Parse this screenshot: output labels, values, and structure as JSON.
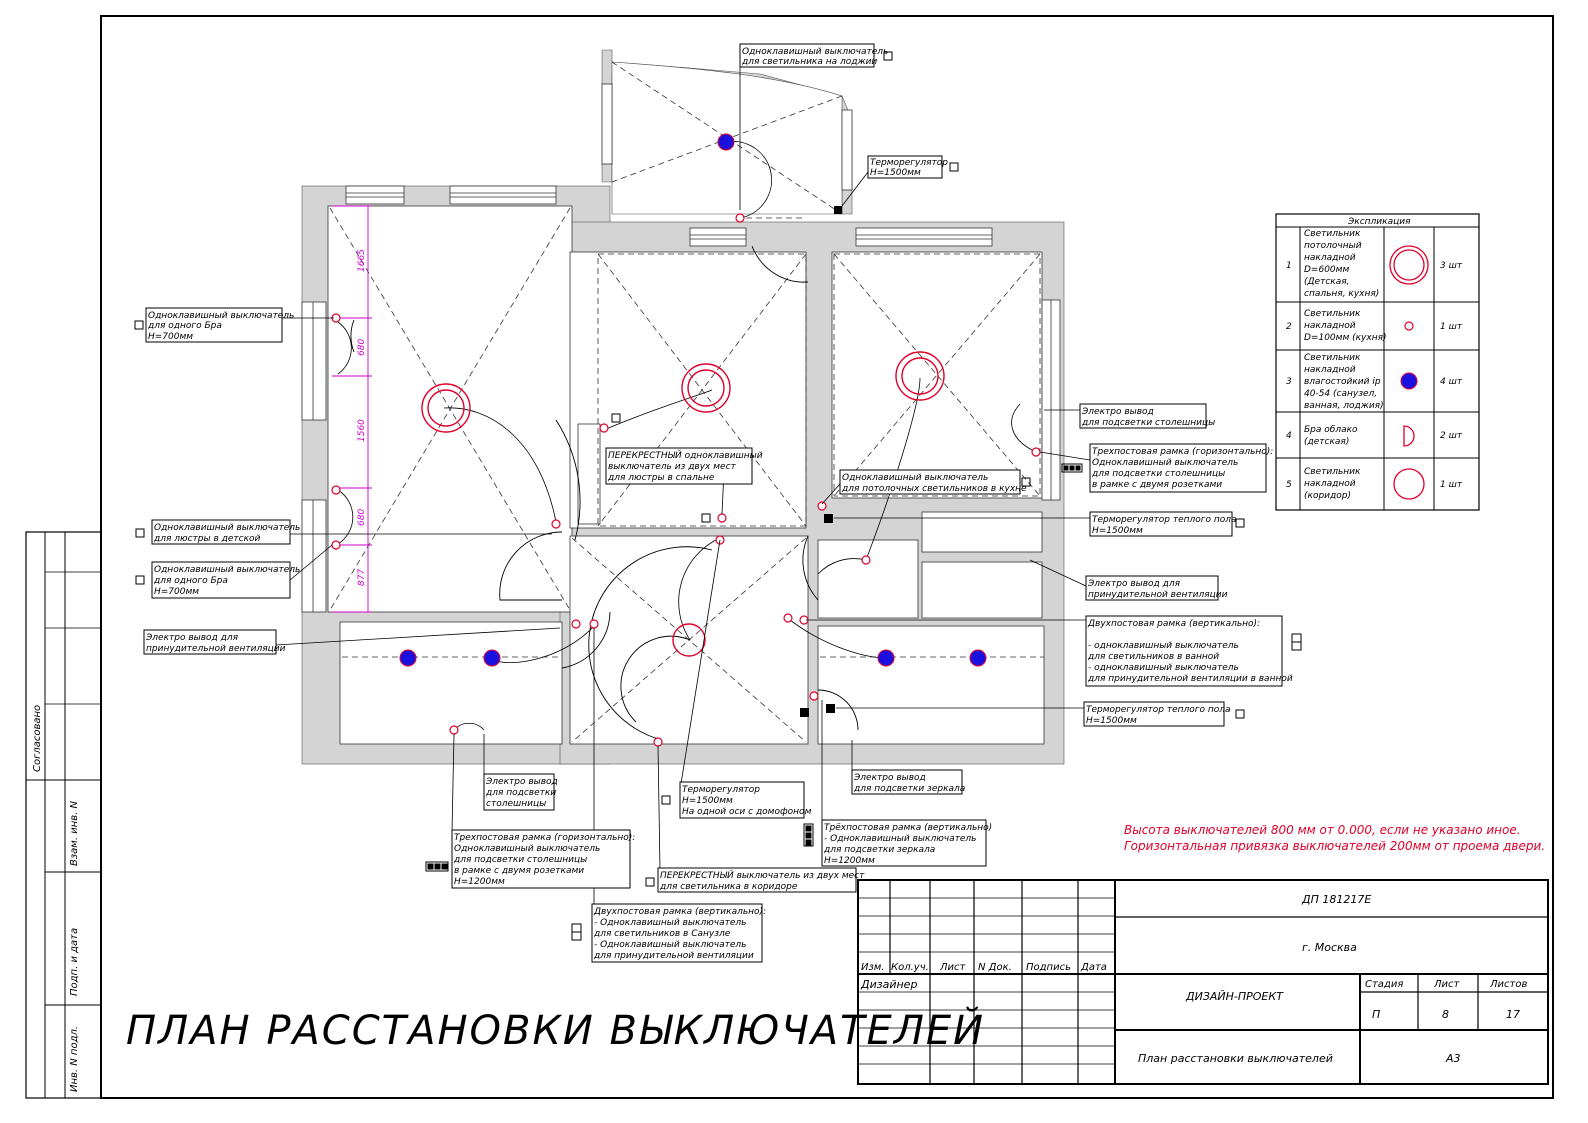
{
  "title": "ПЛАН РАССТАНОВКИ ВЫКЛЮЧАТЕЛЕЙ",
  "colors": {
    "accent_red": "#e0002a",
    "dimension": "#cc00cc",
    "blue_fixture": "#1a10e0"
  },
  "side_stamp": {
    "agreed": "Согласовано",
    "inv_no": "Взам. инв. N",
    "sign_date": "Подп. и дата",
    "orig_no": "Инв. N подл."
  },
  "legend": {
    "header": "Экспликация",
    "rows": [
      {
        "num": "1",
        "lines": [
          "Светильник",
          "потолочный",
          "накладной",
          "D=600мм",
          "(Детская,",
          "спальня, кухня)"
        ],
        "qty": "3 шт",
        "icon": "double-ring-icon"
      },
      {
        "num": "2",
        "lines": [
          "Светильник",
          "накладной",
          "D=100мм (кухня)"
        ],
        "qty": "1 шт",
        "icon": "small-ring-icon"
      },
      {
        "num": "3",
        "lines": [
          "Светильник",
          "накладной",
          "влагостойкий ip",
          "40-54 (санузел,",
          "ванная, лоджия)"
        ],
        "qty": "4 шт",
        "icon": "blue-dot-icon"
      },
      {
        "num": "4",
        "lines": [
          "Бра облако",
          "(детская)"
        ],
        "qty": "2 шт",
        "icon": "half-circle-icon"
      },
      {
        "num": "5",
        "lines": [
          "Светильник",
          "накладной",
          "(коридор)"
        ],
        "qty": "1 шт",
        "icon": "ring-icon"
      }
    ]
  },
  "dimensions": [
    "1665",
    "680",
    "1560",
    "680",
    "877"
  ],
  "callouts": [
    {
      "id": "loggia-switch",
      "lines": [
        "Одноклавишный выключатель",
        "для светильника на лоджии"
      ]
    },
    {
      "id": "thermo-loggia",
      "lines": [
        "Терморегулятор",
        "H=1500мм"
      ]
    },
    {
      "id": "bra-switch-1",
      "lines": [
        "Одноклавишный выключатель",
        "для одного Бра",
        "H=700мм"
      ]
    },
    {
      "id": "chandelier-kids",
      "lines": [
        "Одноклавишный выключатель",
        "для люстры в детской"
      ]
    },
    {
      "id": "bra-switch-2",
      "lines": [
        "Одноклавишный выключатель",
        "для одного Бра",
        "H=700мм"
      ]
    },
    {
      "id": "vent-left",
      "lines": [
        "Электро вывод для",
        "принудительной вентиляции"
      ]
    },
    {
      "id": "cross-bedroom",
      "lines": [
        "ПЕРЕКРЕСТНЫЙ одноклавишный",
        "выключатель из двух мест",
        "для люстры в спальне"
      ]
    },
    {
      "id": "kitchen-ceiling",
      "lines": [
        "Одноклавишный выключатель",
        "для потолочных светильников в кухне"
      ]
    },
    {
      "id": "counter-right",
      "lines": [
        "Электро вывод",
        "для подсветки столешницы"
      ]
    },
    {
      "id": "triple-right",
      "lines": [
        "Трехпостовая рамка (горизонтально):",
        "Одноклавишный выключатель",
        "для подсветки столешницы",
        "в рамке с двумя розетками"
      ]
    },
    {
      "id": "floor-thermo-1",
      "lines": [
        "Терморегулятор теплого пола",
        "H=1500мм"
      ]
    },
    {
      "id": "vent-right",
      "lines": [
        "Электро вывод для",
        "принудительной вентиляции"
      ]
    },
    {
      "id": "double-vertical-right",
      "lines": [
        "Двухпостовая рамка (вертикально):",
        "",
        "- одноклавишный выключатель",
        "для светильников в ванной",
        "- одноклавишный выключатель",
        "для принудительной вентиляции в ванной"
      ]
    },
    {
      "id": "floor-thermo-2",
      "lines": [
        "Терморегулятор теплого пола",
        "H=1500мм"
      ]
    },
    {
      "id": "counter-bottom",
      "lines": [
        "Электро вывод",
        "для подсветки",
        "столешницы"
      ]
    },
    {
      "id": "mirror",
      "lines": [
        "Электро вывод",
        "для подсветки зеркала"
      ]
    },
    {
      "id": "thermo-door",
      "lines": [
        "Терморегулятор",
        "H=1500мм",
        "На одной оси с домофоном"
      ]
    },
    {
      "id": "triple-vertical",
      "lines": [
        "Трёхпостовая рамка (вертикально)",
        "- Одноклавишный выключатель",
        "для подсветки зеркала",
        "H=1200мм"
      ]
    },
    {
      "id": "triple-horizontal-left",
      "lines": [
        "Трехпостовая рамка (горизонтально):",
        "Одноклавишный выключатель",
        "для подсветки столешницы",
        "в рамке с двумя розетками",
        "H=1200мм"
      ]
    },
    {
      "id": "cross-corridor",
      "lines": [
        "ПЕРЕКРЕСТНЫЙ выключатель из двух мест",
        "для светильника в коридоре"
      ]
    },
    {
      "id": "double-vertical-left",
      "lines": [
        "Двухпостовая рамка (вертикально):",
        "- Одноклавишный выключатель",
        "для светильников в Санузле",
        "- Одноклавишный выключатель",
        "для принудительной вентиляции"
      ]
    }
  ],
  "red_notes": [
    "Высота выключателей 800 мм от 0.000, если не указано иное.",
    "Горизонтальная привязка выключателей 200мм от проема двери."
  ],
  "title_block": {
    "code": "ДП 181217Е",
    "city": "г. Москва",
    "headers": [
      "Изм.",
      "Кол.уч.",
      "Лист",
      "N Док.",
      "Подпись",
      "Дата"
    ],
    "designer": "Дизайнер",
    "project": "ДИЗАЙН-ПРОЕКТ",
    "stage_label": "Стадия",
    "sheet_label": "Лист",
    "sheets_label": "Листов",
    "stage": "П",
    "sheet": "8",
    "sheets": "17",
    "drawing_name": "План расстановки выключателей",
    "format": "А3"
  }
}
